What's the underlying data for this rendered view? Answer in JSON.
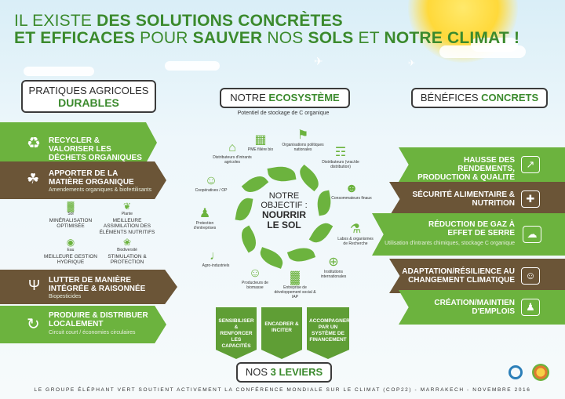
{
  "headline": {
    "line1_a": "IL EXISTE ",
    "line1_b": "DES SOLUTIONS CONCRÈTES",
    "line2_a": "ET EFFICACES",
    "line2_b": " POUR ",
    "line2_c": "SAUVER",
    "line2_d": " NOS ",
    "line2_e": "SOLS",
    "line2_f": " ET ",
    "line2_g": "NOTRE CLIMAT !"
  },
  "left": {
    "title_a": "PRATIQUES AGRICOLES",
    "title_b": "DURABLES",
    "arrows": [
      {
        "title": "RECYCLER & VALORISER LES DÉCHETS ORGANIQUES",
        "sub": ""
      },
      {
        "title": "APPORTER DE LA MATIÈRE ORGANIQUE",
        "sub": "Amendements organiques & biofertilisants"
      },
      {
        "title": "LUTTER DE MANIÈRE INTÉGRÉE & RAISONNÉE",
        "sub": "Biopesticides"
      },
      {
        "title": "PRODUIRE & DISTRIBUER LOCALEMENT",
        "sub": "Circuit court / économies circulaires"
      }
    ],
    "benefits": [
      {
        "tag": "Sol",
        "label": "MINÉRALISATION OPTIMISÉE"
      },
      {
        "tag": "Plante",
        "label": "MEILLEURE ASSIMILATION DES ÉLÉMENTS NUTRITIFS"
      },
      {
        "tag": "Eau",
        "label": "MEILLEURE GESTION HYDRIQUE"
      },
      {
        "tag": "Biodiversité",
        "label": "STIMULATION & PROTECTION"
      }
    ]
  },
  "center": {
    "title_a": "NOTRE ",
    "title_b": "ECOSYSTÈME",
    "subtitle": "Potentiel de stockage de C organique",
    "objective_a": "NOTRE",
    "objective_b": "OBJECTIF :",
    "objective_c": "NOURRIR",
    "objective_d": "LE SOL",
    "actors": [
      "PME filière bio",
      "Organisations politiques nationales",
      "Distributeurs d'intrants agricoles",
      "Distributeurs (vrac/de distribution)",
      "Coopératives / OP",
      "Consommateurs finaux",
      "Protection d'entreprises",
      "Labos & organismes de Recherche",
      "Agro-industriels",
      "Institutions internationales",
      "Producteurs de biomasse",
      "Entreprise de développement social & IAP"
    ],
    "levers": [
      "SENSIBILISER & RENFORCER LES CAPACITÉS",
      "ENCADRER & INCITER",
      "ACCOMPAGNER PAR UN SYSTÈME DE FINANCEMENT"
    ],
    "levers_title_a": "NOS ",
    "levers_title_b": "3 LEVIERS"
  },
  "right": {
    "title_a": "BÉNÉFICES ",
    "title_b": "CONCRETS",
    "arrows": [
      {
        "title": "HAUSSE DES RENDEMENTS, PRODUCTION & QUALITÉ",
        "sub": "",
        "icon": "chart-up-icon"
      },
      {
        "title": "SÉCURITÉ ALIMENTAIRE & NUTRITION",
        "sub": "",
        "icon": "health-icon"
      },
      {
        "title": "RÉDUCTION DE GAZ À EFFET DE SERRE",
        "sub": "Utilisation d'intrants chimiques, stockage C organique",
        "icon": "cloud-icon"
      },
      {
        "title": "ADAPTATION/RÉSILIENCE AU CHANGEMENT CLIMATIQUE",
        "sub": "",
        "icon": "person-icon"
      },
      {
        "title": "CRÉATION/MAINTIEN D'EMPLOIS",
        "sub": "",
        "icon": "worker-icon"
      }
    ]
  },
  "footer": "LE GROUPE ÉLÉPHANT VERT SOUTIENT ACTIVEMENT LA CONFÉRENCE MONDIALE SUR LE CLIMAT (COP22) - MARRAKECH - NOVEMBRE 2016"
}
